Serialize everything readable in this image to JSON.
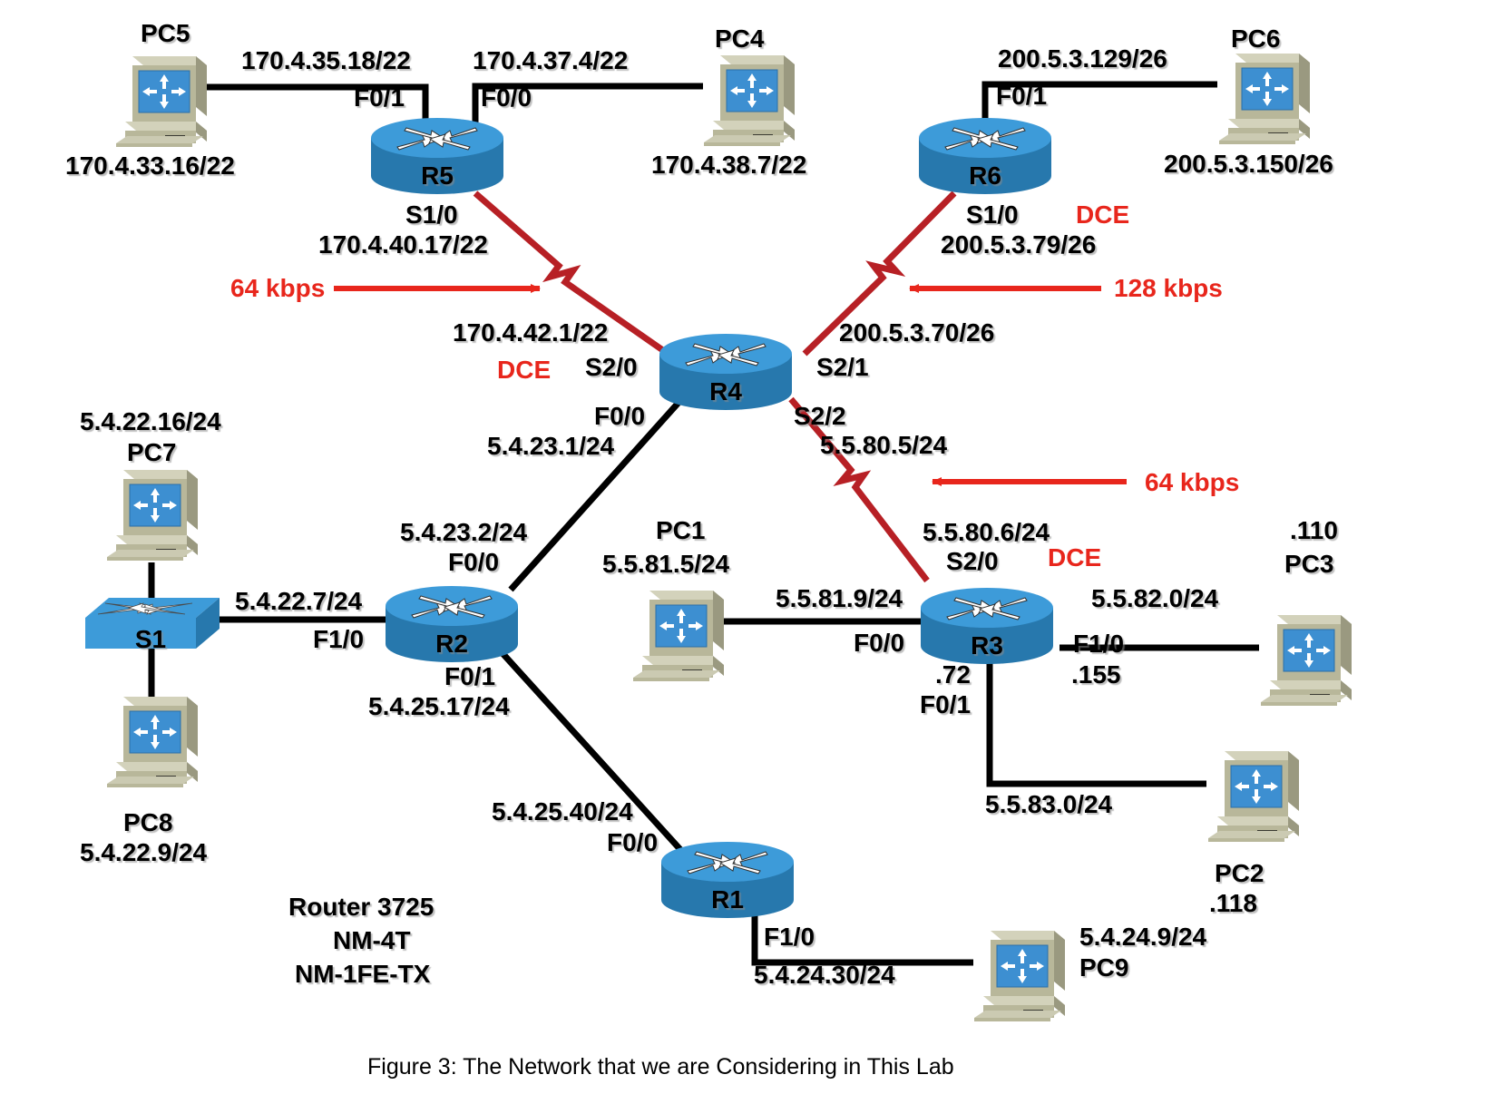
{
  "figure": {
    "caption": "Figure 3: The Network that we are Considering in This Lab"
  },
  "colors": {
    "serial_link": "#b72025",
    "ethernet_link": "#000000",
    "annotation": "#e8261c",
    "device_blue": "#3d9bd9",
    "device_blue_dark": "#2778ad",
    "pc_case": "#b8b79a",
    "pc_screen": "#3d8fd1"
  },
  "equipment_note": {
    "line1": "Router 3725",
    "line2": "NM-4T",
    "line3": "NM-1FE-TX"
  },
  "devices": {
    "routers": [
      {
        "id": "r1",
        "name": "R1"
      },
      {
        "id": "r2",
        "name": "R2"
      },
      {
        "id": "r3",
        "name": "R3"
      },
      {
        "id": "r4",
        "name": "R4"
      },
      {
        "id": "r5",
        "name": "R5"
      },
      {
        "id": "r6",
        "name": "R6"
      }
    ],
    "switches": [
      {
        "id": "s1",
        "name": "S1"
      }
    ],
    "hosts": [
      {
        "id": "pc1",
        "name": "PC1",
        "address": "5.5.81.5/24"
      },
      {
        "id": "pc2",
        "name": "PC2",
        "address": ".118"
      },
      {
        "id": "pc3",
        "name": "PC3",
        "address": ".110"
      },
      {
        "id": "pc4",
        "name": "PC4",
        "address": "170.4.38.7/22"
      },
      {
        "id": "pc5",
        "name": "PC5",
        "address": "170.4.33.16/22"
      },
      {
        "id": "pc6",
        "name": "PC6",
        "address": "200.5.3.150/26"
      },
      {
        "id": "pc7",
        "name": "PC7",
        "address": "5.4.22.16/24"
      },
      {
        "id": "pc8",
        "name": "PC8",
        "address": "5.4.22.9/24"
      },
      {
        "id": "pc9",
        "name": "PC9",
        "address": "5.4.24.9/24"
      }
    ]
  },
  "interfaces": {
    "r5_f01": {
      "name": "F0/1",
      "address": "170.4.35.18/22"
    },
    "r5_f00": {
      "name": "F0/0",
      "address": "170.4.37.4/22"
    },
    "r5_s10": {
      "name": "S1/0",
      "address": "170.4.40.17/22"
    },
    "r6_f01": {
      "name": "F0/1",
      "address": "200.5.3.129/26"
    },
    "r6_s10": {
      "name": "S1/0",
      "address": "200.5.3.79/26",
      "dce": "DCE"
    },
    "r4_s20": {
      "name": "S2/0",
      "address": "170.4.42.1/22",
      "dce": "DCE"
    },
    "r4_s21": {
      "name": "S2/1",
      "address": "200.5.3.70/26"
    },
    "r4_s22": {
      "name": "S2/2",
      "address": "5.5.80.5/24"
    },
    "r4_f00": {
      "name": "F0/0",
      "address": "5.4.23.1/24"
    },
    "r2_f00": {
      "name": "F0/0",
      "address": "5.4.23.2/24"
    },
    "r2_f10": {
      "name": "F1/0",
      "address": "5.4.22.7/24"
    },
    "r2_f01": {
      "name": "F0/1",
      "address": "5.4.25.17/24"
    },
    "r1_f00": {
      "name": "F0/0",
      "address": "5.4.25.40/24"
    },
    "r1_f10": {
      "name": "F1/0",
      "address": "5.4.24.30/24"
    },
    "r3_s20": {
      "name": "S2/0",
      "address": "5.5.80.6/24",
      "dce": "DCE"
    },
    "r3_f00": {
      "name": "F0/0",
      "address": "5.5.81.9/24"
    },
    "r3_f10": {
      "name": "F1/0",
      "address": ".155",
      "network": "5.5.82.0/24"
    },
    "r3_f01": {
      "name": "F0/1",
      "address": ".72",
      "network": "5.5.83.0/24"
    }
  },
  "bandwidth_annotations": [
    {
      "id": "bw_r5_r4",
      "label": "64 kbps",
      "direction": "right"
    },
    {
      "id": "bw_r6_r4",
      "label": "128 kbps",
      "direction": "left"
    },
    {
      "id": "bw_r4_r3",
      "label": "64 kbps",
      "direction": "left"
    }
  ],
  "chart_data": {
    "type": "diagram",
    "title": "Figure 3: The Network that we are Considering in This Lab",
    "nodes": [
      "R1",
      "R2",
      "R3",
      "R4",
      "R5",
      "R6",
      "S1",
      "PC1",
      "PC2",
      "PC3",
      "PC4",
      "PC5",
      "PC6",
      "PC7",
      "PC8",
      "PC9"
    ],
    "links": [
      {
        "from": "PC5",
        "to": "R5",
        "type": "ethernet",
        "network": "170.4.35.18/22",
        "to_interface": "F0/1"
      },
      {
        "from": "R5",
        "to": "PC4",
        "type": "ethernet",
        "network": "170.4.37.4/22",
        "from_interface": "F0/0"
      },
      {
        "from": "R5",
        "to": "R4",
        "type": "serial",
        "bandwidth": "64 kbps",
        "from_interface": "S1/0",
        "from_address": "170.4.40.17/22",
        "to_interface": "S2/0",
        "to_address": "170.4.42.1/22",
        "dce_at": "R4"
      },
      {
        "from": "R6",
        "to": "PC6",
        "type": "ethernet",
        "network": "200.5.3.129/26",
        "from_interface": "F0/1"
      },
      {
        "from": "R6",
        "to": "R4",
        "type": "serial",
        "bandwidth": "128 kbps",
        "from_interface": "S1/0",
        "from_address": "200.5.3.79/26",
        "to_interface": "S2/1",
        "to_address": "200.5.3.70/26",
        "dce_at": "R6"
      },
      {
        "from": "R4",
        "to": "R3",
        "type": "serial",
        "bandwidth": "64 kbps",
        "from_interface": "S2/2",
        "from_address": "5.5.80.5/24",
        "to_interface": "S2/0",
        "to_address": "5.5.80.6/24",
        "dce_at": "R3"
      },
      {
        "from": "R4",
        "to": "R2",
        "type": "ethernet",
        "from_interface": "F0/0",
        "from_address": "5.4.23.1/24",
        "to_interface": "F0/0",
        "to_address": "5.4.23.2/24"
      },
      {
        "from": "S1",
        "to": "R2",
        "type": "ethernet",
        "network": "5.4.22.7/24",
        "to_interface": "F1/0"
      },
      {
        "from": "PC7",
        "to": "S1",
        "type": "ethernet"
      },
      {
        "from": "PC8",
        "to": "S1",
        "type": "ethernet"
      },
      {
        "from": "R2",
        "to": "R1",
        "type": "ethernet",
        "from_interface": "F0/1",
        "from_address": "5.4.25.17/24",
        "to_interface": "F0/0",
        "to_address": "5.4.25.40/24"
      },
      {
        "from": "R1",
        "to": "PC9",
        "type": "ethernet",
        "from_interface": "F1/0",
        "from_address": "5.4.24.30/24"
      },
      {
        "from": "PC1",
        "to": "R3",
        "type": "ethernet",
        "network": "5.5.81.9/24",
        "to_interface": "F0/0"
      },
      {
        "from": "R3",
        "to": "PC3",
        "type": "ethernet",
        "network": "5.5.82.0/24",
        "from_interface": "F1/0"
      },
      {
        "from": "R3",
        "to": "PC2",
        "type": "ethernet",
        "network": "5.5.83.0/24",
        "from_interface": "F0/1"
      }
    ]
  }
}
